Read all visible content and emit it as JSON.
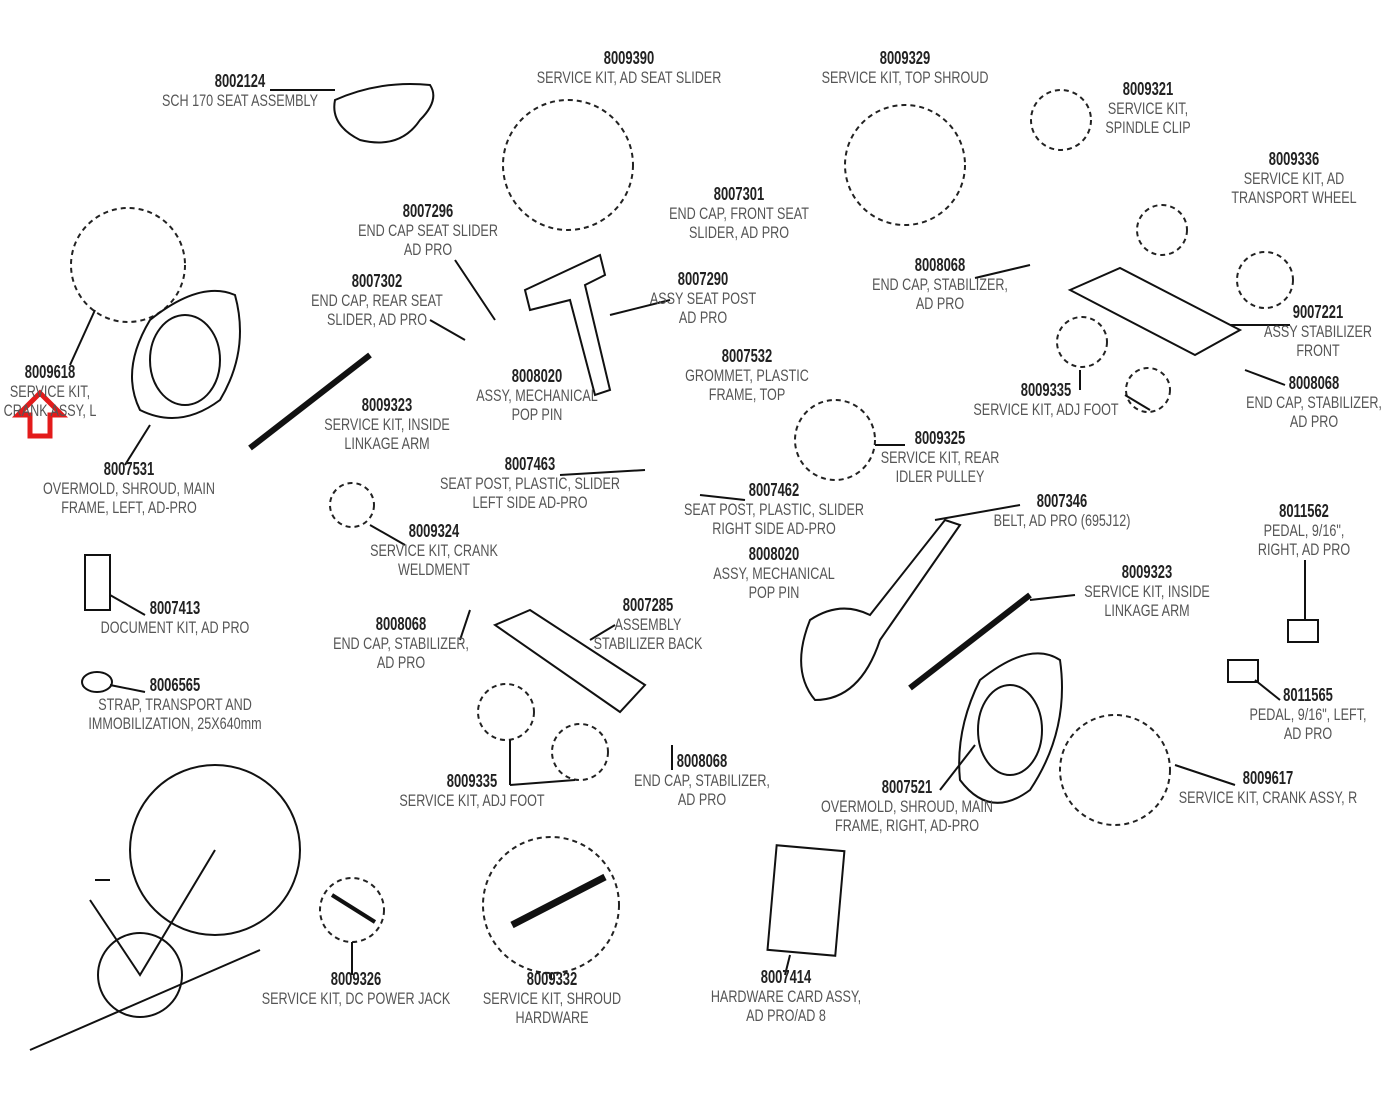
{
  "parts": [
    {
      "number": "8002124",
      "lines": [
        "SCH 170 SEAT ASSEMBLY"
      ]
    },
    {
      "number": "8009390",
      "lines": [
        "SERVICE KIT, AD SEAT SLIDER"
      ]
    },
    {
      "number": "8009329",
      "lines": [
        "SERVICE KIT, TOP SHROUD"
      ]
    },
    {
      "number": "8009321",
      "lines": [
        "SERVICE KIT,",
        "SPINDLE CLIP"
      ]
    },
    {
      "number": "8009336",
      "lines": [
        "SERVICE KIT, AD",
        "TRANSPORT WHEEL"
      ]
    },
    {
      "number": "8007301",
      "lines": [
        "END CAP, FRONT SEAT",
        "SLIDER, AD PRO"
      ]
    },
    {
      "number": "8007296",
      "lines": [
        "END CAP SEAT SLIDER",
        "AD PRO"
      ]
    },
    {
      "number": "8007302",
      "lines": [
        "END CAP, REAR SEAT",
        "SLIDER, AD PRO"
      ]
    },
    {
      "number": "8007290",
      "lines": [
        "ASSY SEAT POST",
        "AD PRO"
      ]
    },
    {
      "number": "8008068",
      "lines": [
        "END CAP, STABILIZER,",
        "AD PRO"
      ]
    },
    {
      "number": "9007221",
      "lines": [
        "ASSY STABILIZER",
        "FRONT"
      ]
    },
    {
      "number": "8009618",
      "lines": [
        "SERVICE KIT,",
        "CRANK ASSY, L"
      ]
    },
    {
      "number": "8008020",
      "lines": [
        "ASSY, MECHANICAL",
        "POP PIN"
      ]
    },
    {
      "number": "8007532",
      "lines": [
        "GROMMET, PLASTIC",
        "FRAME, TOP"
      ]
    },
    {
      "number": "8009335",
      "lines": [
        "SERVICE KIT, ADJ FOOT"
      ]
    },
    {
      "number": "8008068",
      "lines": [
        "END CAP, STABILIZER,",
        "AD PRO"
      ]
    },
    {
      "number": "8009323",
      "lines": [
        "SERVICE KIT, INSIDE",
        "LINKAGE ARM"
      ]
    },
    {
      "number": "8009325",
      "lines": [
        "SERVICE KIT, REAR",
        "IDLER PULLEY"
      ]
    },
    {
      "number": "8007531",
      "lines": [
        "OVERMOLD, SHROUD, MAIN",
        "FRAME, LEFT, AD-PRO"
      ]
    },
    {
      "number": "8007463",
      "lines": [
        "SEAT POST, PLASTIC, SLIDER",
        "LEFT SIDE AD-PRO"
      ]
    },
    {
      "number": "8007462",
      "lines": [
        "SEAT POST, PLASTIC, SLIDER",
        "RIGHT SIDE AD-PRO"
      ]
    },
    {
      "number": "8007346",
      "lines": [
        "BELT, AD PRO (695J12)"
      ]
    },
    {
      "number": "8011562",
      "lines": [
        "PEDAL, 9/16\",",
        "RIGHT, AD PRO"
      ]
    },
    {
      "number": "8009324",
      "lines": [
        "SERVICE KIT, CRANK",
        "WELDMENT"
      ]
    },
    {
      "number": "8008020",
      "lines": [
        "ASSY, MECHANICAL",
        "POP PIN"
      ]
    },
    {
      "number": "8009323",
      "lines": [
        "SERVICE KIT, INSIDE",
        "LINKAGE ARM"
      ]
    },
    {
      "number": "8007413",
      "lines": [
        "DOCUMENT KIT, AD PRO"
      ]
    },
    {
      "number": "8007285",
      "lines": [
        "ASSEMBLY",
        "STABILIZER BACK"
      ]
    },
    {
      "number": "8008068",
      "lines": [
        "END CAP, STABILIZER,",
        "AD PRO"
      ]
    },
    {
      "number": "8006565",
      "lines": [
        "STRAP, TRANSPORT AND",
        "IMMOBILIZATION, 25X640mm"
      ]
    },
    {
      "number": "8011565",
      "lines": [
        "PEDAL, 9/16\", LEFT,",
        "AD PRO"
      ]
    },
    {
      "number": "8009335",
      "lines": [
        "SERVICE KIT, ADJ FOOT"
      ]
    },
    {
      "number": "8008068",
      "lines": [
        "END CAP, STABILIZER,",
        "AD PRO"
      ]
    },
    {
      "number": "8007521",
      "lines": [
        "OVERMOLD, SHROUD, MAIN",
        "FRAME, RIGHT, AD-PRO"
      ]
    },
    {
      "number": "8009617",
      "lines": [
        "SERVICE KIT, CRANK ASSY, R"
      ]
    },
    {
      "number": "8009326",
      "lines": [
        "SERVICE KIT, DC POWER JACK"
      ]
    },
    {
      "number": "8009332",
      "lines": [
        "SERVICE KIT, SHROUD",
        "HARDWARE"
      ]
    },
    {
      "number": "8007414",
      "lines": [
        "HARDWARE CARD ASSY,",
        "AD PRO/AD 8"
      ]
    }
  ],
  "highlight": {
    "target_part": "8009618",
    "icon": "up-arrow-icon",
    "color": "#e31b1b"
  }
}
